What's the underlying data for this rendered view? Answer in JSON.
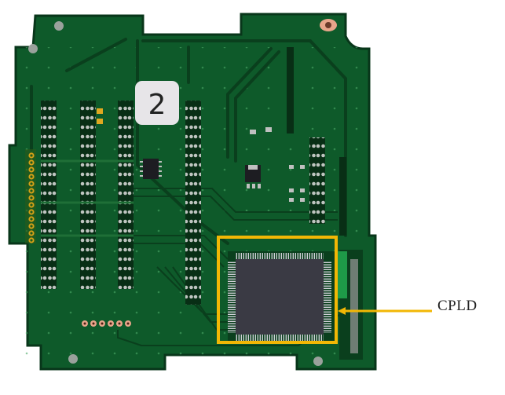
{
  "figure": {
    "subject": "PCB board (top view)",
    "board_marker": "2",
    "callout": {
      "label": "CPLD",
      "box_color": "#f2b705",
      "arrow_color": "#f2b705"
    },
    "colors": {
      "board": "#0e5a2a",
      "board_dark": "#0a3f1d",
      "trace": "#0c4a22",
      "trace_light": "#1b7a3a",
      "chip": "#3a3a44",
      "pad": "#c9c9c9",
      "gold_pad": "#d4a017",
      "copper_pad": "#e8a58a",
      "background": "#ffffff"
    }
  }
}
